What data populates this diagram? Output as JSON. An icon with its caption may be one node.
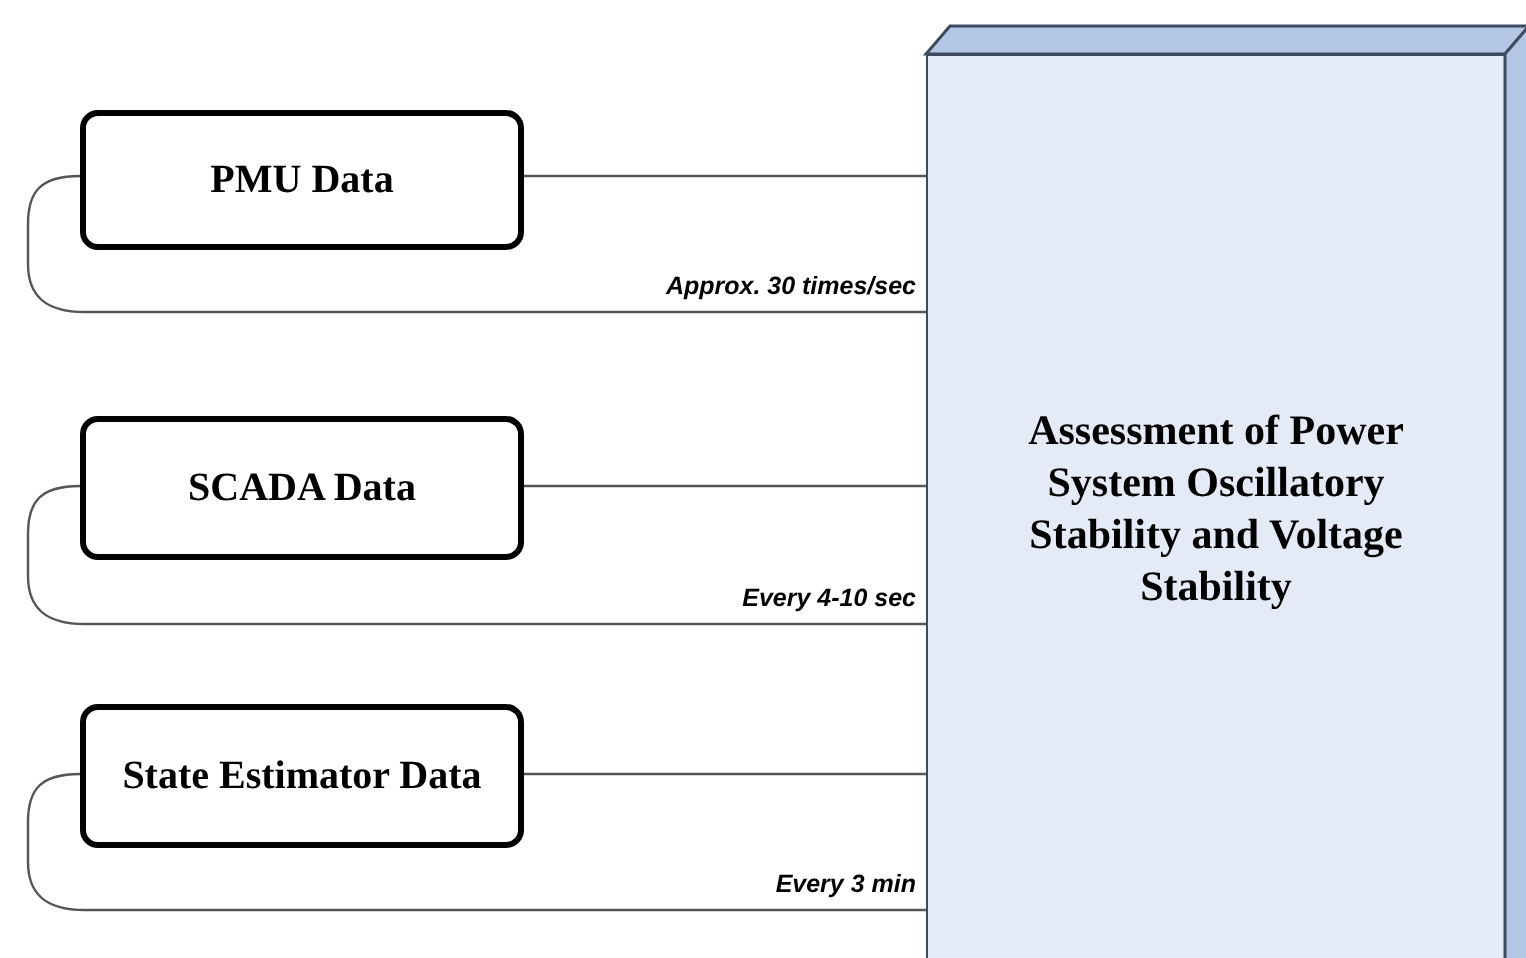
{
  "diagram": {
    "nodes": [
      {
        "text": [
          "PMU Data"
        ]
      },
      {
        "text": [
          "SCADA Data"
        ]
      },
      {
        "text": [
          "State Estimator Data"
        ]
      },
      {
        "text": [
          "Assessment of Power System Oscillatory Stability and Voltage Stability"
        ]
      }
    ],
    "edges": [
      {
        "from": 0,
        "to": 3,
        "arrow": "none"
      },
      {
        "from": 0,
        "to": 3,
        "arrow": "none",
        "label": "Approx. 30 times/sec"
      },
      {
        "from": 1,
        "to": 3,
        "arrow": "none"
      },
      {
        "from": 1,
        "to": 3,
        "arrow": "none",
        "label": "Every 4-10 sec"
      },
      {
        "from": 2,
        "to": 3,
        "arrow": "none"
      },
      {
        "from": 2,
        "to": 3,
        "arrow": "none",
        "label": "Every 3 min"
      }
    ]
  }
}
